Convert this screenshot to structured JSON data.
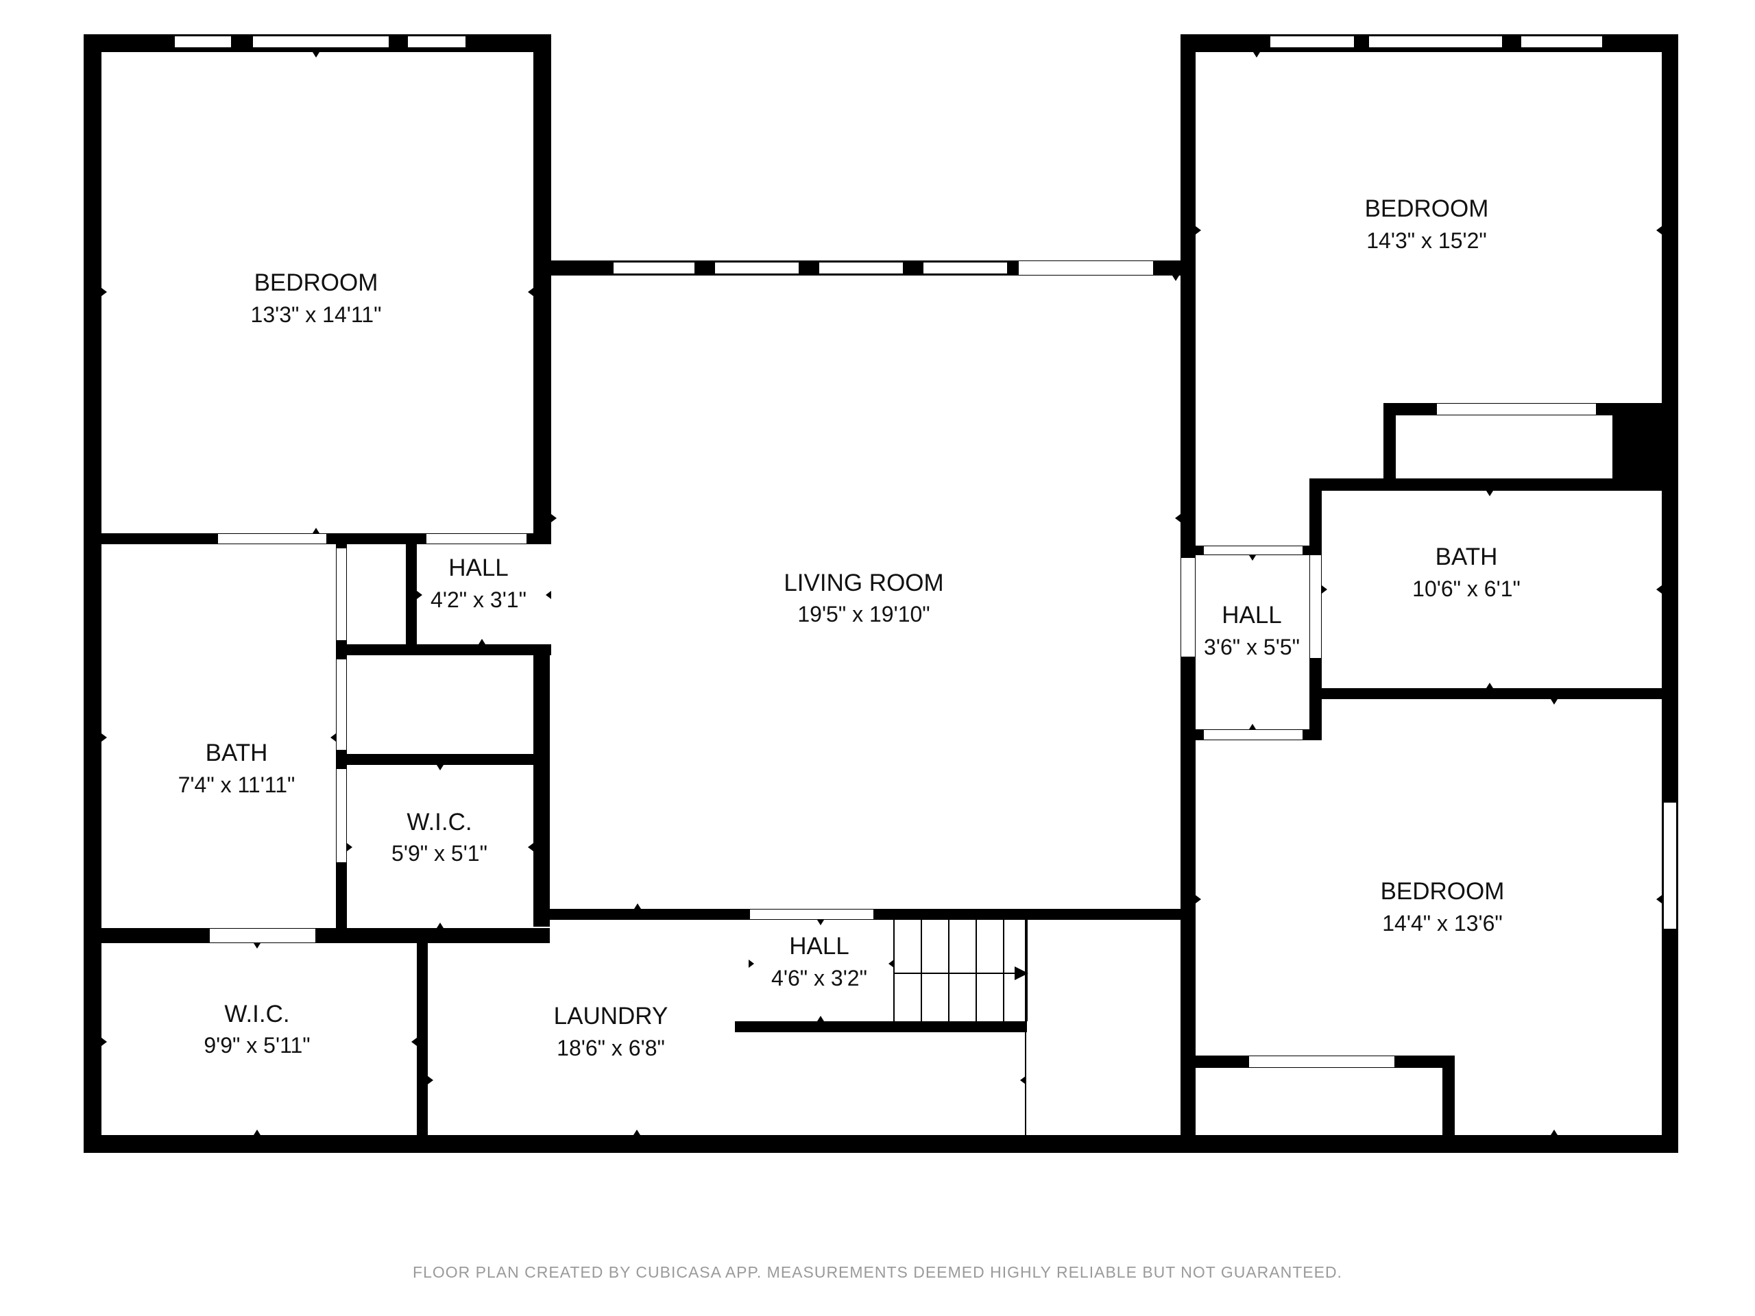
{
  "rooms": {
    "bedroom_tl": {
      "name": "BEDROOM",
      "dims": "13'3\" x 14'11\""
    },
    "bedroom_tr": {
      "name": "BEDROOM",
      "dims": "14'3\" x 15'2\""
    },
    "bedroom_br": {
      "name": "BEDROOM",
      "dims": "14'4\" x 13'6\""
    },
    "living": {
      "name": "LIVING ROOM",
      "dims": "19'5\" x 19'10\""
    },
    "hall_left": {
      "name": "HALL",
      "dims": "4'2\" x 3'1\""
    },
    "hall_right": {
      "name": "HALL",
      "dims": "3'6\" x 5'5\""
    },
    "hall_mid": {
      "name": "HALL",
      "dims": "4'6\" x 3'2\""
    },
    "bath_left": {
      "name": "BATH",
      "dims": "7'4\" x 11'11\""
    },
    "bath_right": {
      "name": "BATH",
      "dims": "10'6\" x 6'1\""
    },
    "wic_small": {
      "name": "W.I.C.",
      "dims": "5'9\" x 5'1\""
    },
    "wic_large": {
      "name": "W.I.C.",
      "dims": "9'9\" x 5'11\""
    },
    "laundry": {
      "name": "LAUNDRY",
      "dims": "18'6\" x 6'8\""
    }
  },
  "footer": "FLOOR PLAN CREATED BY CUBICASA APP. MEASUREMENTS DEEMED HIGHLY RELIABLE BUT NOT GUARANTEED."
}
